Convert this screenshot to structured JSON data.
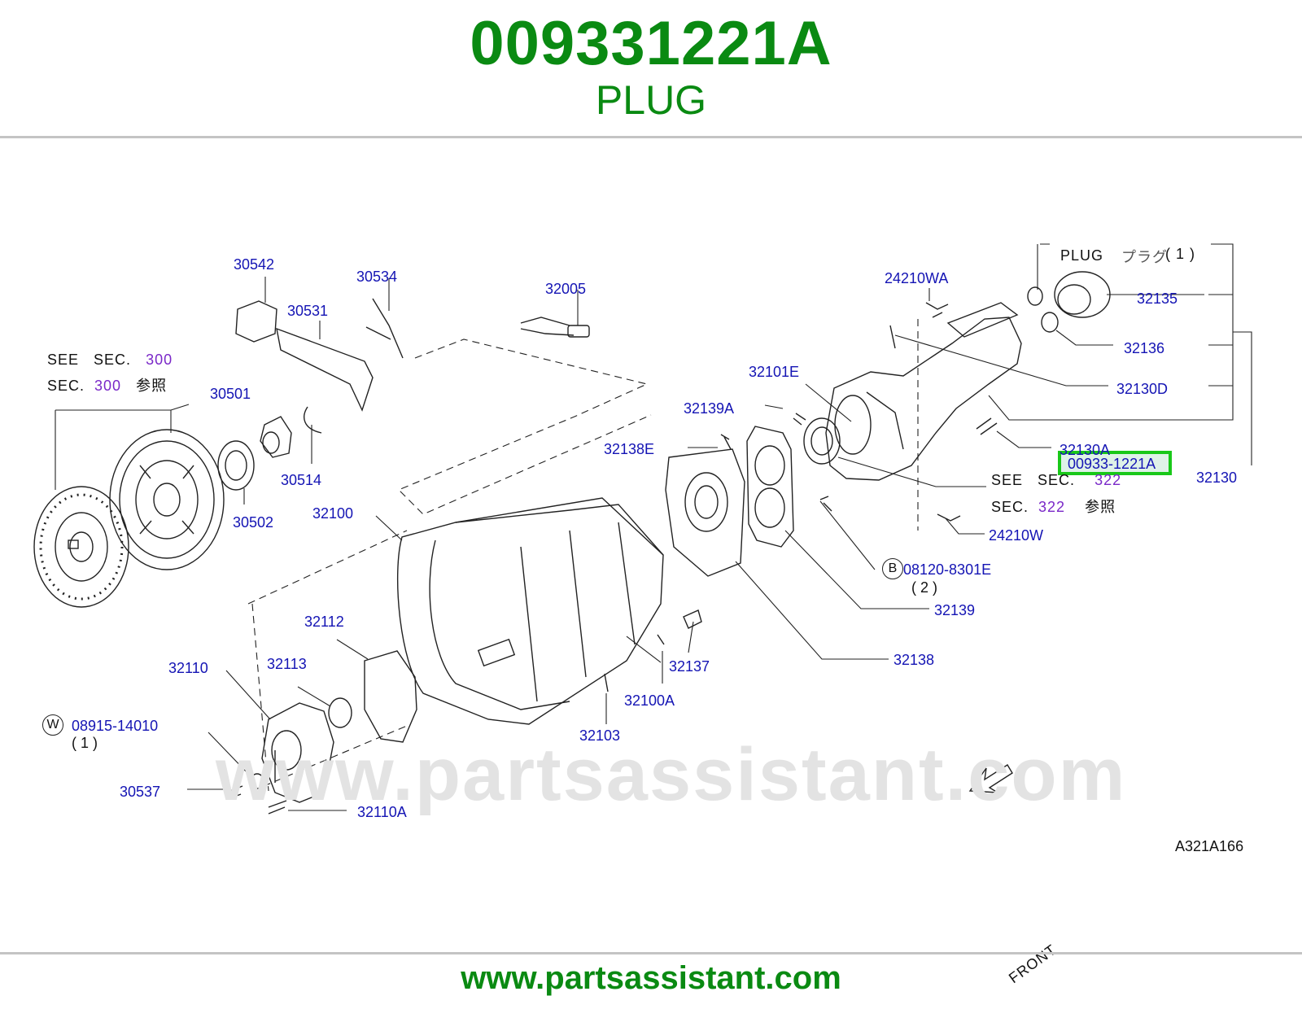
{
  "header": {
    "part_number": "009331221A",
    "part_name": "PLUG"
  },
  "diagram": {
    "watermark": "www.partsassistant.com",
    "highlight": {
      "part_number": "00933-1221A",
      "name": "PLUG",
      "jp_name": "プラグ",
      "qty": "( 1 )"
    },
    "callouts": {
      "c30542": "30542",
      "c30534": "30534",
      "c30531": "30531",
      "c32005": "32005",
      "c24210WA": "24210WA",
      "c32135": "32135",
      "c32136": "32136",
      "c32130D": "32130D",
      "c32101E": "32101E",
      "c32139A": "32139A",
      "c32138E": "32138E",
      "c32130A": "32130A",
      "c32130": "32130",
      "c30501": "30501",
      "c30514": "30514",
      "c30502": "30502",
      "c32100": "32100",
      "c24210W": "24210W",
      "c08120": "08120-8301E",
      "c32139": "32139",
      "c32112": "32112",
      "c32110": "32110",
      "c32113": "32113",
      "c32137": "32137",
      "c32138": "32138",
      "c32100A": "32100A",
      "c32103": "32103",
      "c08915": "08915-14010",
      "c30537": "30537",
      "c32110A": "32110A"
    },
    "see_sec_left": {
      "see": "SEE",
      "sec_word": "SEC.",
      "sec_num": "300",
      "sec_word2": "SEC.",
      "sec_num2": "300",
      "ref": "参照"
    },
    "see_sec_right": {
      "see": "SEE",
      "sec_word": "SEC.",
      "sec_num": "322",
      "sec_word2": "SEC.",
      "sec_num2": "322",
      "ref": "参照"
    },
    "badges": {
      "bolt_letter": "B",
      "bolt_qty": "( 2 )",
      "washer_letter": "W",
      "washer_qty": "( 1 )"
    },
    "front_label": "FRONT",
    "drawing_code": "A321A166"
  },
  "footer": {
    "url": "www.partsassistant.com"
  }
}
